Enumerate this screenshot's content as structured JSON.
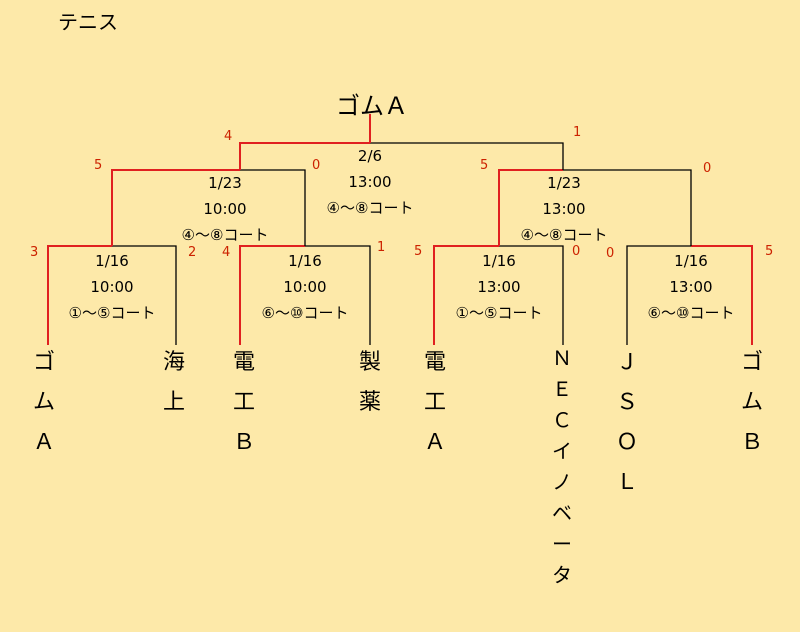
{
  "title": "テニス",
  "champion": "ゴムＡ",
  "colors": {
    "background": "#fde9a9",
    "win_line": "#e02020",
    "lose_line": "#000000",
    "score": "#cc2200"
  },
  "teams": [
    {
      "id": "team-gomu-a",
      "chars": [
        "ゴ",
        "ム",
        "Ａ"
      ]
    },
    {
      "id": "team-kaijo",
      "chars": [
        "海",
        "上"
      ]
    },
    {
      "id": "team-denko-b",
      "chars": [
        "電",
        "工",
        "Ｂ"
      ]
    },
    {
      "id": "team-seiyaku",
      "chars": [
        "製",
        "薬"
      ]
    },
    {
      "id": "team-denko-a",
      "chars": [
        "電",
        "工",
        "Ａ"
      ]
    },
    {
      "id": "team-nec-innovator",
      "chars": [
        "Ｎ",
        "Ｅ",
        "Ｃ",
        "イ",
        "ノ",
        "ベ",
        "ー",
        "タ"
      ]
    },
    {
      "id": "team-jsol",
      "chars": [
        "Ｊ",
        "Ｓ",
        "Ｏ",
        "Ｌ"
      ]
    },
    {
      "id": "team-gomu-b",
      "chars": [
        "ゴ",
        "ム",
        "Ｂ"
      ]
    }
  ],
  "matches": {
    "r1_1": {
      "date": "1/16",
      "time": "10:00",
      "court": "①～⑤コート",
      "score_left": "3",
      "score_right": "2"
    },
    "r1_2": {
      "date": "1/16",
      "time": "10:00",
      "court": "⑥～⑩コート",
      "score_left": "4",
      "score_right": "1"
    },
    "r1_3": {
      "date": "1/16",
      "time": "13:00",
      "court": "①～⑤コート",
      "score_left": "5",
      "score_right": "0"
    },
    "r1_4": {
      "date": "1/16",
      "time": "13:00",
      "court": "⑥～⑩コート",
      "score_left": "0",
      "score_right": "5"
    },
    "r2_1": {
      "date": "1/23",
      "time": "10:00",
      "court": "④～⑧コート",
      "score_left": "5",
      "score_right": "0"
    },
    "r2_2": {
      "date": "1/23",
      "time": "13:00",
      "court": "④～⑧コート",
      "score_left": "5",
      "score_right": "0"
    },
    "final": {
      "date": "2/6",
      "time": "13:00",
      "court": "④～⑧コート",
      "score_left": "4",
      "score_right": "1"
    }
  }
}
